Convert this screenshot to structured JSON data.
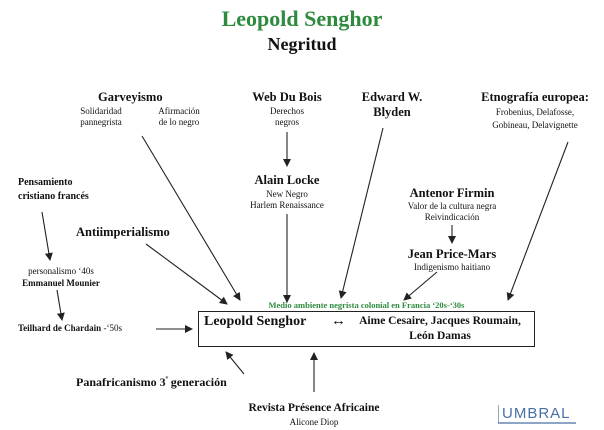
{
  "header": {
    "title": "Leopold Senghor",
    "subtitle": "Negritud"
  },
  "nodes": {
    "garveyismo": {
      "title": "Garveyismo",
      "col1": [
        "Solidaridad",
        "pannegrista"
      ],
      "col2": [
        "Afirmación",
        "de lo negro"
      ]
    },
    "webdubois": {
      "title": "Web Du Bois",
      "sub": [
        "Derechos",
        "negros"
      ]
    },
    "blyden": {
      "title_line1": "Edward W.",
      "title_line2": "Blyden"
    },
    "etnografia": {
      "title": "Etnografía europea:",
      "sub": [
        "Frobenius, Delafosse,",
        "Gobineau, Delavignette"
      ]
    },
    "pensamiento": {
      "title_line1": "Pensamiento",
      "title_line2": "cristiano francés"
    },
    "locke": {
      "title": "Alain Locke",
      "sub": [
        "New Negro",
        "Harlem Renaissance"
      ]
    },
    "firmin": {
      "title": "Antenor Firmin",
      "sub": [
        "Valor de la cultura negra",
        "Reivindicación"
      ]
    },
    "antiimperialismo": {
      "title": "Antiimperialismo"
    },
    "pricemars": {
      "title": "Jean Price-Mars",
      "sub": "Indigenismo haitiano"
    },
    "mounier": {
      "line1": "personalismo ‘40s",
      "line2": "Emmanuel Mounier"
    },
    "teilhard": {
      "name": "Teilhard de Chardain",
      "suffix": " -‘50s"
    },
    "panafricanismo": {
      "pre": "Panafricanismo 3",
      "sup": "ª",
      "post": " generación"
    },
    "presence": {
      "title": "Revista Présence Africaine",
      "sub": "Alicone Diop"
    }
  },
  "center_box": {
    "caption": "Medio ambiente negrista colonial en Francia ‘20s-‘30s",
    "main": "Leopold Senghor",
    "link": "↔",
    "others_line1": "Aime Cesaire, Jacques Roumain,",
    "others_line2": "León Damas"
  },
  "logo": {
    "text": "UMBRAL"
  },
  "colors": {
    "title": "#2e8b3e",
    "caption": "#2e8b3e",
    "logo": "#4a6fa5",
    "stroke": "#222222"
  }
}
